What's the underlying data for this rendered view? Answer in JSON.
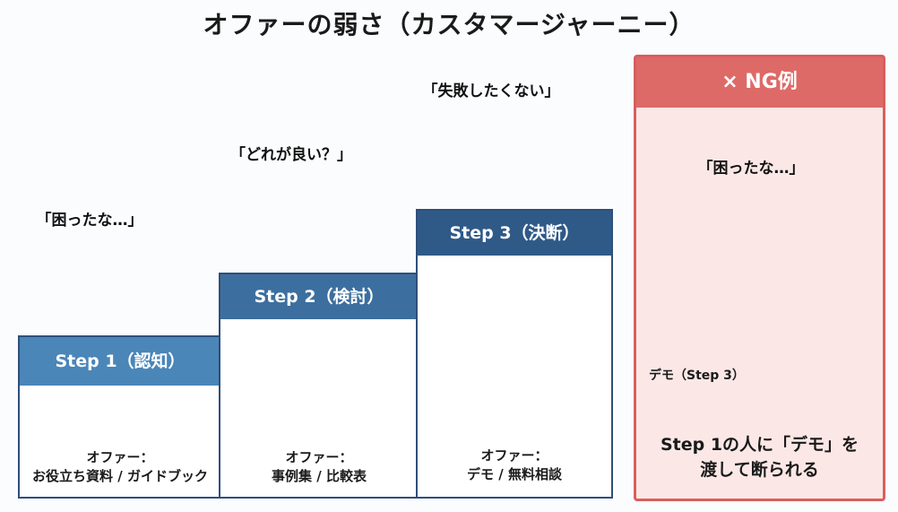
{
  "title": "オファーの弱さ（カスタマージャーニー）",
  "steps": [
    {
      "label": "Step 1（認知）",
      "bubble": "「困ったな…」",
      "offer_line1": "オファー：",
      "offer_line2": "お役立ち資料 / ガイドブック"
    },
    {
      "label": "Step 2（検討）",
      "bubble": "「どれが良い？」",
      "offer_line1": "オファー：",
      "offer_line2": "事例集 / 比較表"
    },
    {
      "label": "Step 3（決断）",
      "bubble": "「失敗したくない」",
      "offer_line1": "オファー：",
      "offer_line2": "デモ / 無料相談"
    }
  ],
  "ng": {
    "header": "× NG例",
    "bubble": "「困ったな…」",
    "demo_label": "デモ（Step 3）",
    "caption_line1": "Step 1の人に「デモ」を",
    "caption_line2": "渡して断られる"
  },
  "colors": {
    "step1_header": "#4a86b8",
    "step2_header": "#3c6f9f",
    "step3_header": "#2f5a88",
    "outline": "#2f4f7a",
    "ng_header": "#dd6a67",
    "ng_bg": "#fbe8e6",
    "cross": "#e05a55"
  },
  "icons": [
    "book-icon",
    "gears-icon",
    "chart-document-icon",
    "table-document-icon",
    "monitor-video-icon",
    "headset-icon",
    "cross-mark-icon",
    "hand-icon",
    "confused-face-icon"
  ]
}
